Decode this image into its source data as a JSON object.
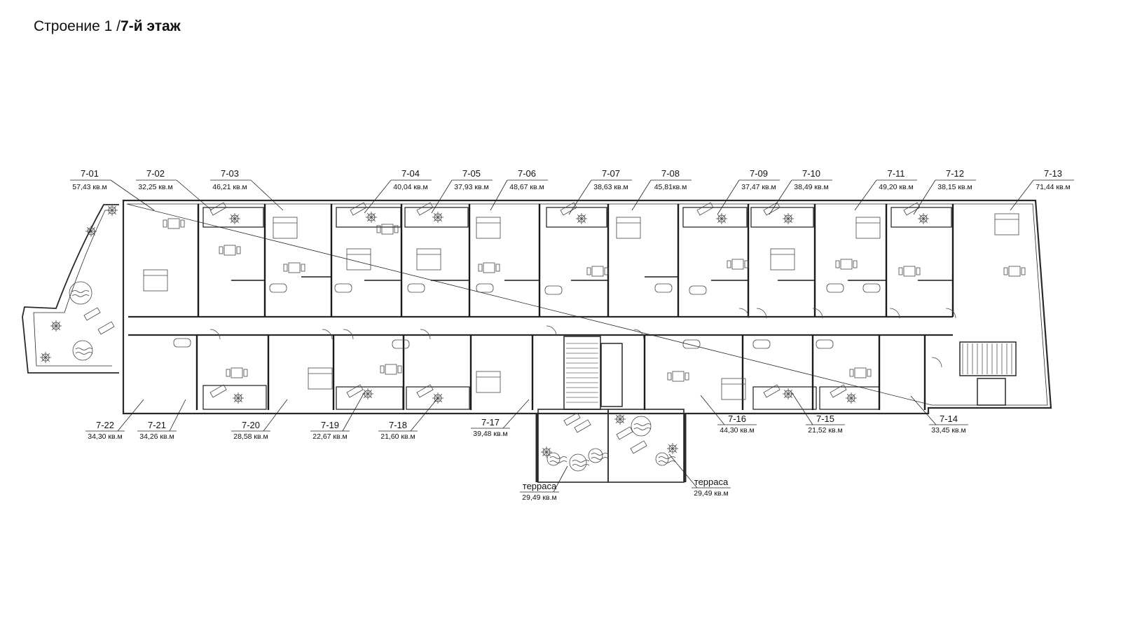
{
  "title": {
    "building": "Строение 1 /",
    "floor": "7-й этаж"
  },
  "units_top": [
    {
      "id": "7-01",
      "area": "57,43 кв.м"
    },
    {
      "id": "7-02",
      "area": "32,25 кв.м"
    },
    {
      "id": "7-03",
      "area": "46,21 кв.м"
    },
    {
      "id": "7-04",
      "area": "40,04 кв.м"
    },
    {
      "id": "7-05",
      "area": "37,93 кв.м"
    },
    {
      "id": "7-06",
      "area": "48,67 кв.м"
    },
    {
      "id": "7-07",
      "area": "38,63 кв.м"
    },
    {
      "id": "7-08",
      "area": "45,81кв.м"
    },
    {
      "id": "7-09",
      "area": "37,47 кв.м"
    },
    {
      "id": "7-10",
      "area": "38,49 кв.м"
    },
    {
      "id": "7-11",
      "area": "49,20 кв.м"
    },
    {
      "id": "7-12",
      "area": "38,15 кв.м"
    },
    {
      "id": "7-13",
      "area": "71,44 кв.м"
    }
  ],
  "units_bottom": [
    {
      "id": "7-22",
      "area": "34,30 кв.м"
    },
    {
      "id": "7-21",
      "area": "34,26 кв.м"
    },
    {
      "id": "7-20",
      "area": "28,58 кв.м"
    },
    {
      "id": "7-19",
      "area": "22,67 кв.м"
    },
    {
      "id": "7-18",
      "area": "21,60 кв.м"
    },
    {
      "id": "7-17",
      "area": "39,48 кв.м"
    },
    {
      "id": "7-16",
      "area": "44,30 кв.м"
    },
    {
      "id": "7-15",
      "area": "21,52 кв.м"
    },
    {
      "id": "7-14",
      "area": "33,45 кв.м"
    }
  ],
  "terraces": [
    {
      "name": "терраса",
      "area": "29,49 кв.м"
    },
    {
      "name": "терраса",
      "area": "29,49 кв.м"
    }
  ],
  "colors": {
    "line": "#2a2a2a",
    "wall": "#1a1a1a",
    "fill": "#ffffff"
  }
}
